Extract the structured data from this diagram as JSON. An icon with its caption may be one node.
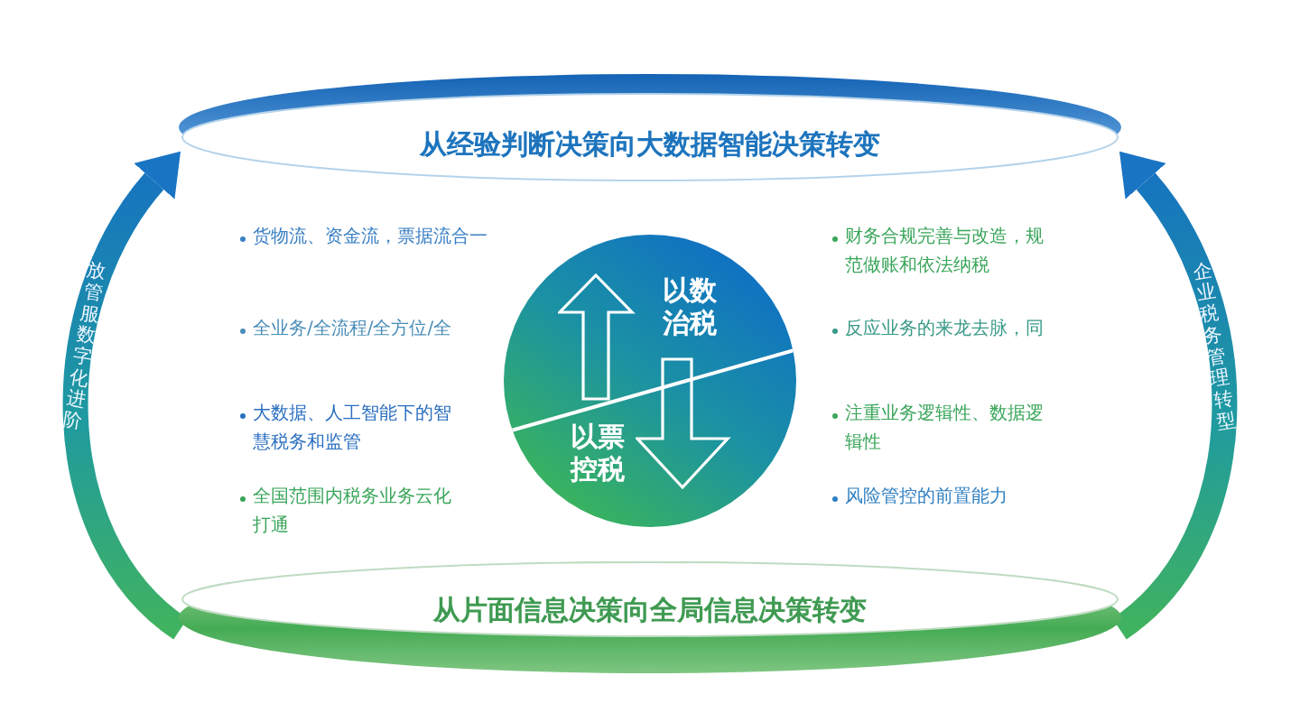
{
  "diagram": {
    "nodes": [
      {
        "text": [
          "从经验判断决策向大数据智能决策转变"
        ]
      },
      {
        "text": [
          "以数治税",
          "以票控税"
        ]
      },
      {
        "text": [
          "从片面信息决策向全局信息决策转变"
        ]
      }
    ],
    "edges": [
      {
        "from": 2,
        "to": 0,
        "arrow": "to",
        "label": "放管服数字化进阶"
      },
      {
        "from": 2,
        "to": 0,
        "arrow": "to",
        "label": "企业税务管理转型"
      }
    ],
    "labels": [
      "货物流、资金流，票据流合一",
      "财务合规完善与改造，规范做账和依法纳税",
      "全业务/全流程/全方位/全",
      "反应业务的来龙去脉，同",
      "大数据、人工智能下的智慧税务和监管",
      "注重业务逻辑性、数据逻辑性",
      "全国范围内税务业务云化打通",
      "风险管控的前置能力"
    ]
  }
}
